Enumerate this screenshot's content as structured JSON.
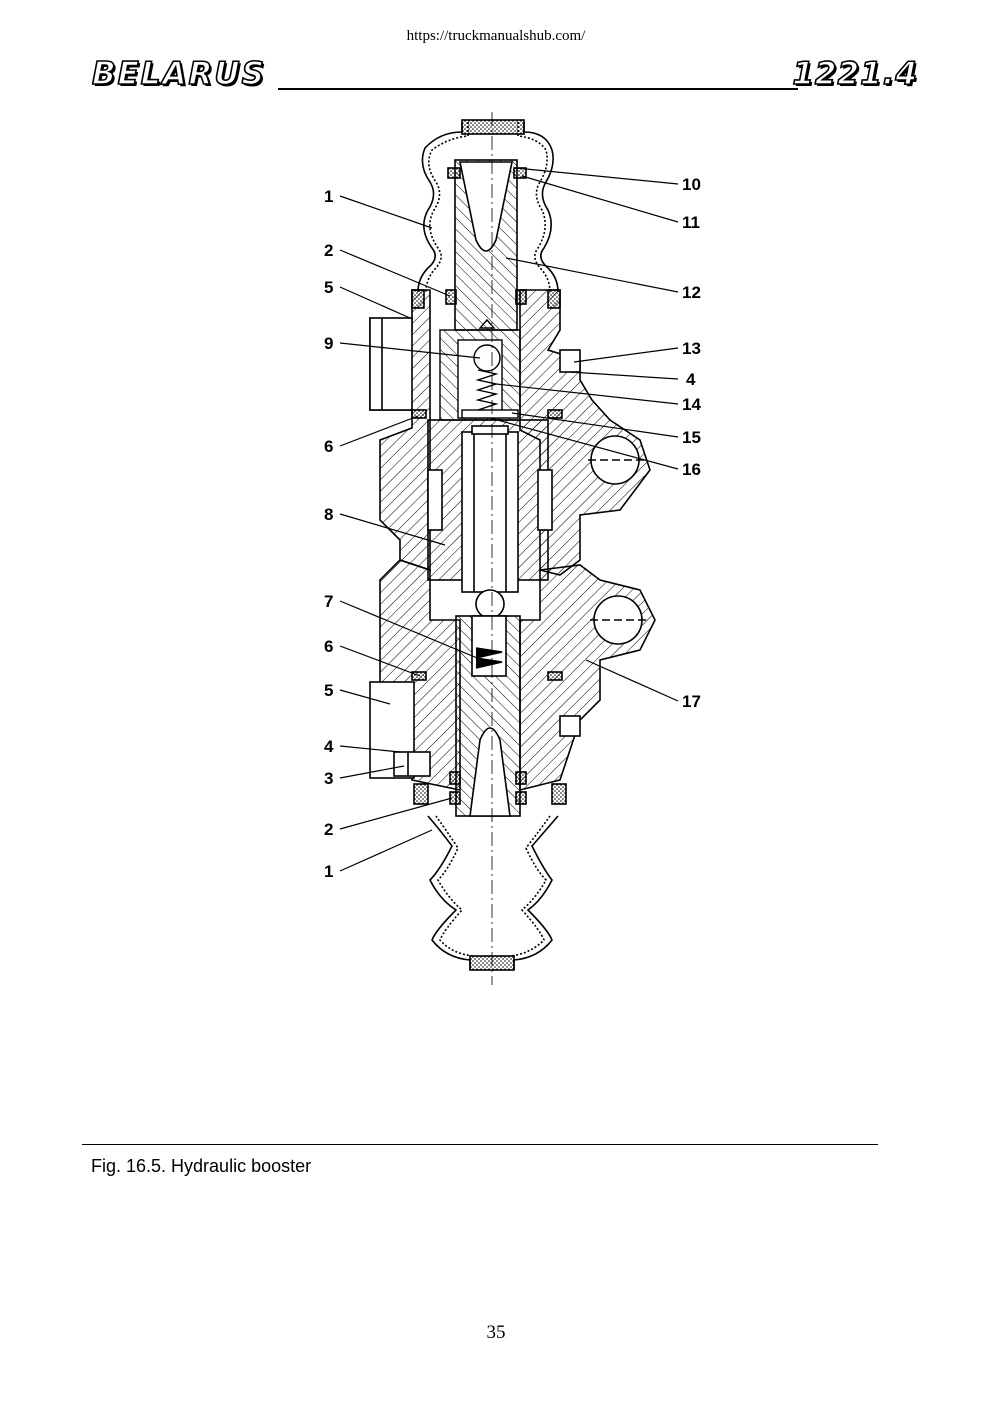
{
  "header": {
    "url": "https://truckmanualshub.com/",
    "brand": "BELARUS",
    "model": "1221.4"
  },
  "figure": {
    "callouts": [
      "1",
      "2",
      "5",
      "9",
      "6",
      "8",
      "7",
      "6",
      "5",
      "4",
      "3",
      "2",
      "1",
      "10",
      "11",
      "12",
      "13",
      "4",
      "14",
      "15",
      "16",
      "17"
    ]
  },
  "caption": "Fig. 16.5. Hydraulic booster",
  "page_number": "35"
}
